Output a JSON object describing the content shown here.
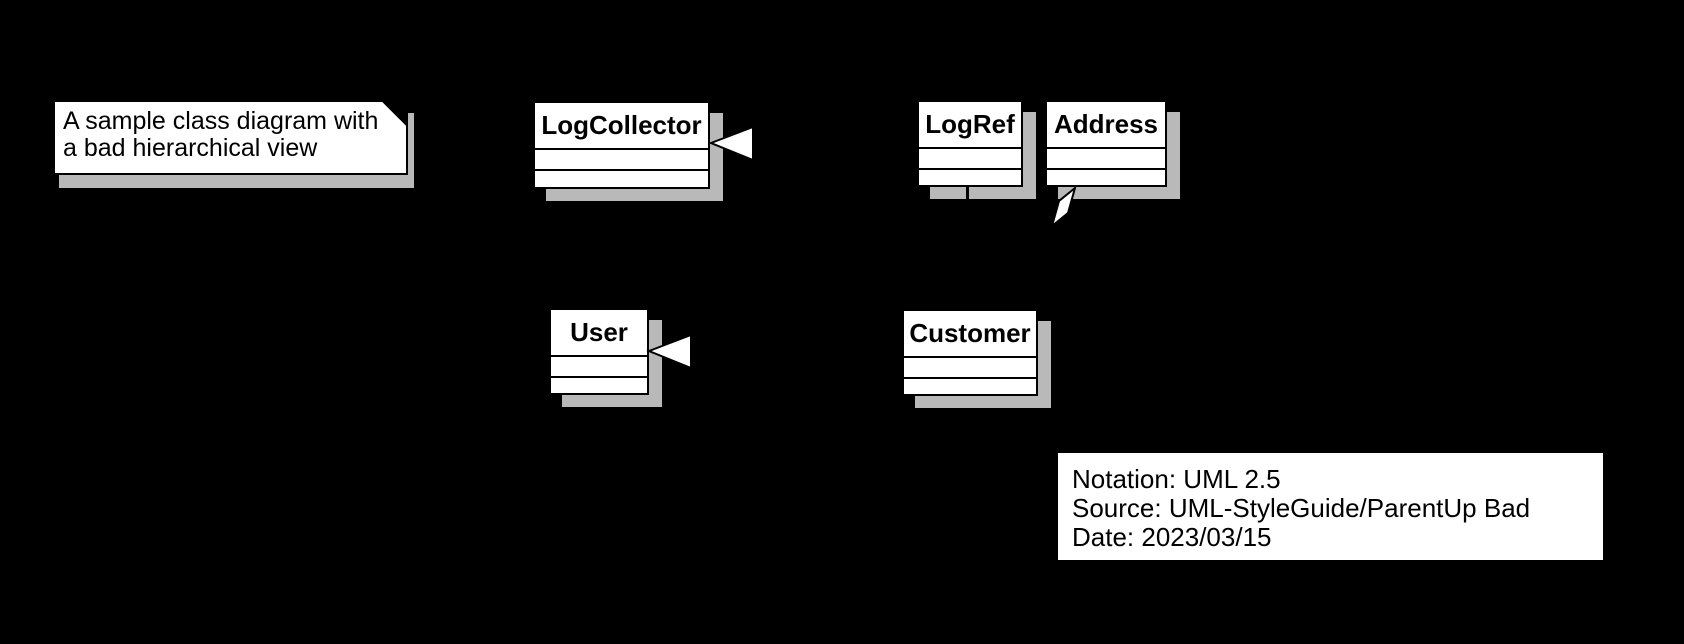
{
  "note": {
    "line1": "A sample class diagram with",
    "line2": "a bad hierarchical view"
  },
  "classes": {
    "logcollector": {
      "name": "LogCollector",
      "attributes": "",
      "operations": ""
    },
    "logref": {
      "name": "LogRef",
      "attributes": "",
      "operations": ""
    },
    "address": {
      "name": "Address",
      "attributes": "",
      "operations": ""
    },
    "user": {
      "name": "User",
      "attributes": "",
      "operations": ""
    },
    "customer": {
      "name": "Customer",
      "attributes": "",
      "operations": ""
    }
  },
  "legend": {
    "notation": "Notation: UML 2.5",
    "source": "Source: UML-StyleGuide/ParentUp Bad",
    "date": "Date: 2023/03/15"
  },
  "icons": {
    "generalization_arrow": "hollow-triangle-left",
    "aggregation_diamond": "hollow-diamond",
    "note_fold": "folded-corner"
  },
  "colors": {
    "background": "#000000",
    "box_fill": "#ffffff",
    "box_border": "#000000",
    "shadow": "#b9b9b9",
    "text": "#000000"
  }
}
